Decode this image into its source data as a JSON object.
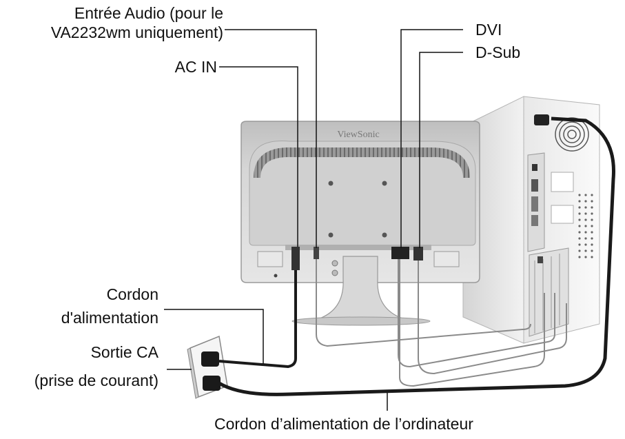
{
  "labels": {
    "audio_in_line1": "Entrée Audio (pour le",
    "audio_in_line2": "VA2232wm uniquement)",
    "ac_in": "AC IN",
    "dvi": "DVI",
    "dsub": "D-Sub",
    "cordon_line1": "Cordon",
    "cordon_line2": "d'alimentation",
    "sortie_line1": "Sortie CA",
    "sortie_line2": "(prise de courant)",
    "computer_cord": "Cordon d’alimentation de l’ordinateur"
  },
  "monitor": {
    "brand": "ViewSonic"
  },
  "colors": {
    "leader_line": "#111111",
    "cable_dark": "#1a1a1a",
    "cable_light": "#8a8a8a",
    "monitor_body": "#d9d9d9",
    "pc_body": "#ededed"
  }
}
